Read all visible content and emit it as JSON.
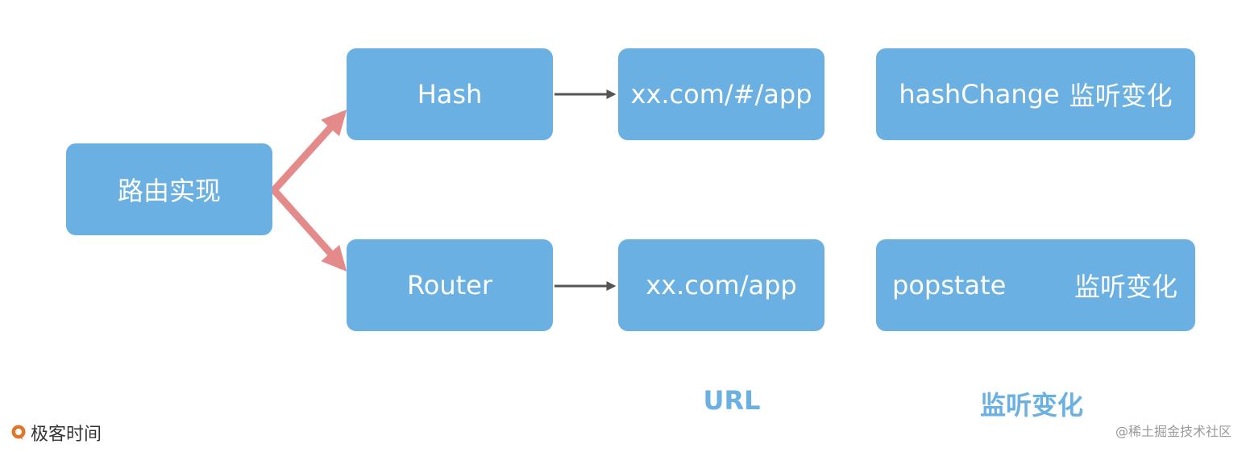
{
  "diagram": {
    "root": {
      "label": "路由实现"
    },
    "branches": [
      {
        "mode": "Hash",
        "url": "xx.com/#/app",
        "listener": {
          "event": "hashChange",
          "text": "监听变化"
        }
      },
      {
        "mode": "Router",
        "url": "xx.com/app",
        "listener": {
          "event": "popstate",
          "text": "监听变化"
        }
      }
    ],
    "column_captions": {
      "url": "URL",
      "listener": "监听变化"
    }
  },
  "branding": {
    "logo_text": "极客时间",
    "credit": "@稀土掘金技术社区"
  },
  "colors": {
    "box_fill": "#6ab0e3",
    "branch_arrow": "#e48a8a",
    "link_arrow": "#555555",
    "caption_text": "#6ab0e3",
    "logo_accent": "#e0752b"
  }
}
